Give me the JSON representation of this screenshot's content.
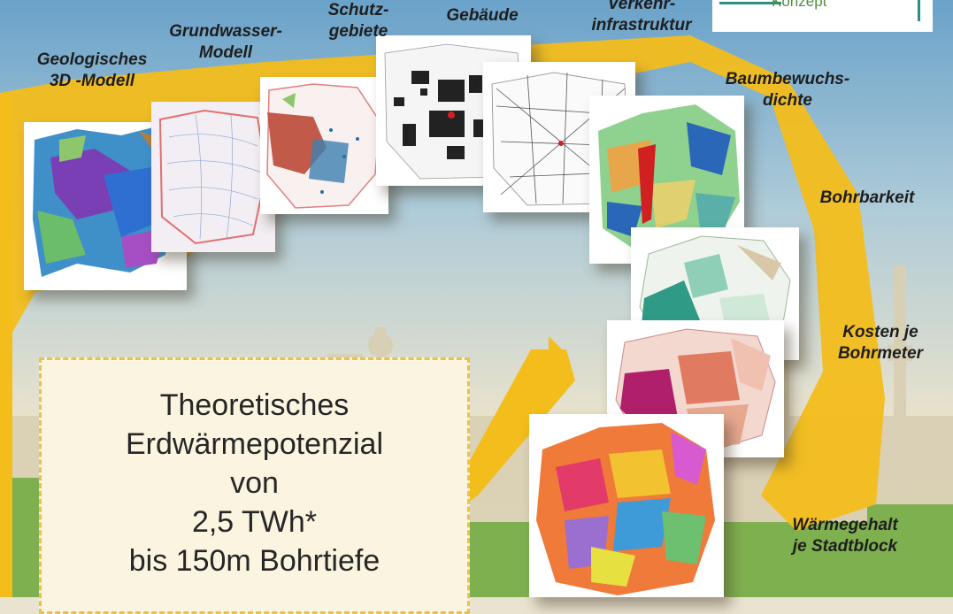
{
  "logo": {
    "text": "Konzept"
  },
  "labels": {
    "geologisches": "Geologisches\n3D -Modell",
    "grundwasser": "Grundwasser-\nModell",
    "schutz": "Schutz-\ngebiete",
    "gebaeude": "Gebäude",
    "verkehr": "Verkehr-\ninfrastruktur",
    "baumbewuchs": "Baumbewuchs-\ndichte",
    "bohrbarkeit": "Bohrbarkeit",
    "kosten": "Kosten je\nBohrmeter",
    "waermegehalt": "Wärmegehalt\nje Stadtblock"
  },
  "callout": {
    "line1": "Theoretisches",
    "line2": "Erdwärmepotenzial",
    "line3": "von",
    "line4": "2,5 TWh*",
    "line5": "bis 150m Bohrtiefe"
  },
  "colors": {
    "accent_yellow": "#f3bd1b",
    "logo_green": "#4e8f3c",
    "logo_teal": "#2b8e83",
    "grass": "#7fb04f",
    "callout_fill": "#fbf4e0"
  },
  "thumbnails": [
    "geologisches-3d-modell-map",
    "grundwasser-modell-map",
    "schutzgebiete-map",
    "gebaeude-map",
    "verkehrsinfrastruktur-map",
    "baumbewuchsdichte-map",
    "bohrbarkeit-map",
    "kosten-je-bohrmeter-map",
    "waermegehalt-je-stadtblock-map"
  ]
}
